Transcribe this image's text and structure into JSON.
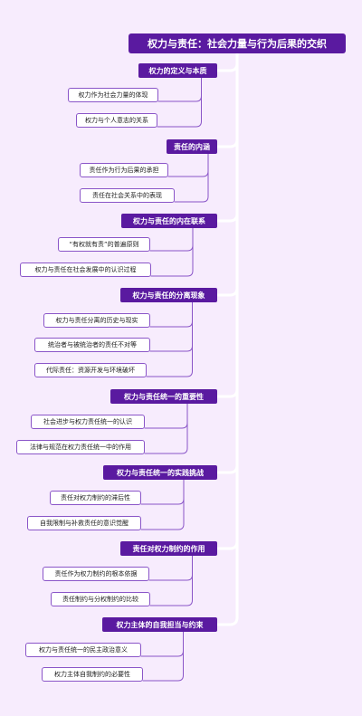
{
  "root": {
    "label": "权力与责任：社会力量与行为后果的交织"
  },
  "branches": [
    {
      "label": "权力的定义与本质",
      "children": [
        "权力作为社会力量的体现",
        "权力与个人意志的关系"
      ]
    },
    {
      "label": "责任的内涵",
      "children": [
        "责任作为行为后果的承担",
        "责任在社会关系中的表现"
      ]
    },
    {
      "label": "权力与责任的内在联系",
      "children": [
        "“有权就有责”的普遍原则",
        "权力与责任在社会发展中的认识过程"
      ]
    },
    {
      "label": "权力与责任的分离现象",
      "children": [
        "权力与责任分离的历史与现实",
        "统治者与被统治者的责任不对等",
        "代际责任：资源开发与环境破坏"
      ]
    },
    {
      "label": "权力与责任统一的重要性",
      "children": [
        "社会进步与权力责任统一的认识",
        "法律与规范在权力责任统一中的作用"
      ]
    },
    {
      "label": "权力与责任统一的实践挑战",
      "children": [
        "责任对权力制约的滞后性",
        "自我限制与补救责任的意识觉醒"
      ]
    },
    {
      "label": "责任对权力制约的作用",
      "children": [
        "责任作为权力制约的根本依据",
        "责任制约与分权制约的比较"
      ]
    },
    {
      "label": "权力主体的自我担当与约束",
      "children": [
        "权力与责任统一的民主政治意义",
        "权力主体自我制约的必要性"
      ]
    }
  ],
  "colors": {
    "background": "#f7ecfd",
    "node": "#5a1aa0",
    "line": "#ffffff",
    "leaf_border": "#8a55c8"
  }
}
